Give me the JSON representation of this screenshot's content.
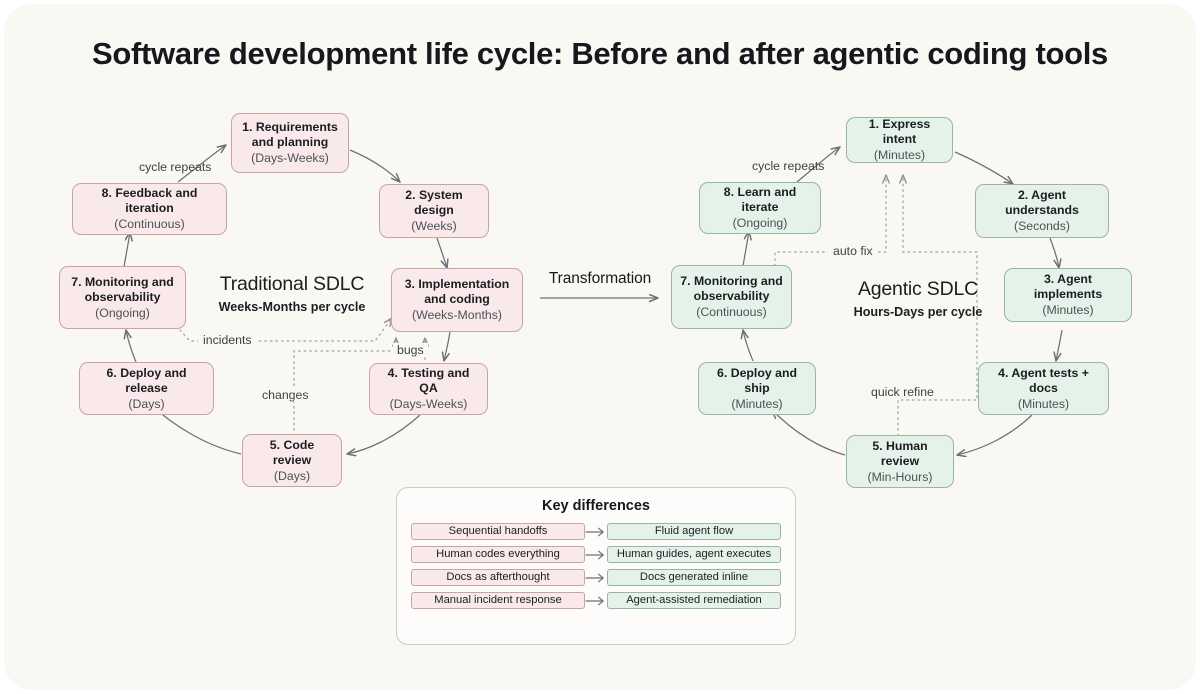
{
  "diagram": {
    "title": "Software development life cycle: Before and after agentic coding tools",
    "background_color": "#faf8f3",
    "pink_fill": "#fae9ea",
    "pink_stroke": "#c9a3a6",
    "green_fill": "#e4f2ea",
    "green_stroke": "#9bb4a8"
  },
  "transformation": {
    "label": "Transformation",
    "arrow_icon": "arrow-right-icon"
  },
  "traditional": {
    "center_title": "Traditional SDLC",
    "center_subtitle": "Weeks-Months per cycle",
    "nodes": [
      {
        "label": "1. Requirements\nand planning",
        "time": "(Days-Weeks)"
      },
      {
        "label": "2. System design",
        "time": "(Weeks)"
      },
      {
        "label": "3. Implementation\nand coding",
        "time": "(Weeks-Months)"
      },
      {
        "label": "4. Testing and QA",
        "time": "(Days-Weeks)"
      },
      {
        "label": "5. Code review",
        "time": "(Days)"
      },
      {
        "label": "6. Deploy and release",
        "time": "(Days)"
      },
      {
        "label": "7. Monitoring and\nobservability",
        "time": "(Ongoing)"
      },
      {
        "label": "8. Feedback and iteration",
        "time": "(Continuous)"
      }
    ],
    "edge_labels": {
      "cycle_repeats": "cycle repeats",
      "incidents": "incidents",
      "bugs": "bugs",
      "changes": "changes"
    }
  },
  "agentic": {
    "center_title": "Agentic SDLC",
    "center_subtitle": "Hours-Days per cycle",
    "nodes": [
      {
        "label": "1. Express intent",
        "time": "(Minutes)"
      },
      {
        "label": "2. Agent understands",
        "time": "(Seconds)"
      },
      {
        "label": "3. Agent implements",
        "time": "(Minutes)"
      },
      {
        "label": "4. Agent tests + docs",
        "time": "(Minutes)"
      },
      {
        "label": "5. Human review",
        "time": "(Min-Hours)"
      },
      {
        "label": "6. Deploy and ship",
        "time": "(Minutes)"
      },
      {
        "label": "7. Monitoring and\nobservability",
        "time": "(Continuous)"
      },
      {
        "label": "8. Learn and iterate",
        "time": "(Ongoing)"
      }
    ],
    "edge_labels": {
      "cycle_repeats": "cycle repeats",
      "auto_fix": "auto fix",
      "quick_refine": "quick refine"
    }
  },
  "legend": {
    "title": "Key differences",
    "rows": [
      {
        "before": "Sequential handoffs",
        "after": "Fluid agent flow"
      },
      {
        "before": "Human codes everything",
        "after": "Human guides, agent executes"
      },
      {
        "before": "Docs as afterthought",
        "after": "Docs generated inline"
      },
      {
        "before": "Manual incident response",
        "after": "Agent-assisted remediation"
      }
    ]
  }
}
